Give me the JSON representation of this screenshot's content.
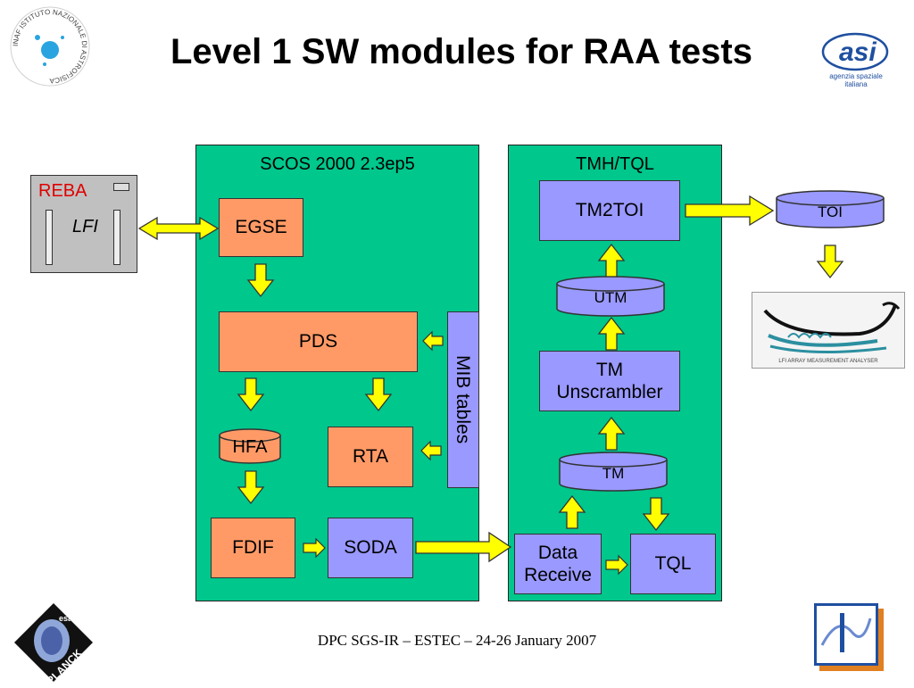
{
  "title": "Level 1 SW modules for RAA tests",
  "footer": "DPC SGS-IR – ESTEC – 24-26 January 2007",
  "reba": {
    "label": "REBA",
    "inner": "LFI"
  },
  "scos": {
    "label": "SCOS 2000 2.3ep5",
    "egse": "EGSE",
    "pds": "PDS",
    "hfa": "HFA",
    "rta": "RTA",
    "fdif": "FDIF",
    "soda": "SODA",
    "mib": "MIB tables"
  },
  "tmh": {
    "label": "TMH/TQL",
    "tm2toi": "TM2TOI",
    "utm": "UTM",
    "unscrambler_line1": "TM",
    "unscrambler_line2": "Unscrambler",
    "tm": "TM",
    "receive_line1": "Data",
    "receive_line2": "Receive",
    "tql": "TQL"
  },
  "toi": "TOI",
  "logos": {
    "inaf": "INAF ISTITUTO NAZIONALE DI ASTROFISICA",
    "asi_line1": "agenzia spaziale",
    "asi_line2": "italiana",
    "lama": "LFI ARRAY MEASUREMENT ANALYSER",
    "planck": "PLANCK",
    "esa": "esa"
  },
  "colors": {
    "panel": "#00c78c",
    "orange_box": "#ff9a66",
    "violet_box": "#9999ff",
    "arrow": "#ffff00",
    "reba_text": "#e00000"
  }
}
